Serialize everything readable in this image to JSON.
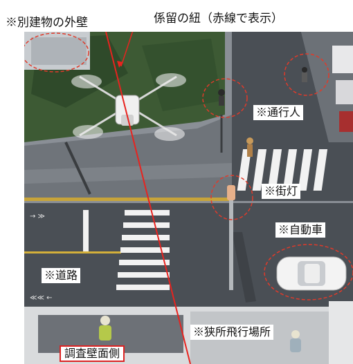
{
  "annotations": {
    "other_building_wall": "※別建物の外壁",
    "tether_cord": "係留の紐（赤線で表示）",
    "pedestrian": "※通行人",
    "street_light": "※街灯",
    "car": "※自動車",
    "road": "※道路",
    "narrow_flight_area": "※狭所飛行場所",
    "inspection_wall_side": "調査壁面側"
  },
  "colors": {
    "tether": "#e8231f",
    "dashed_circle": "#e03a2a",
    "road_asphalt": "#4a4f55",
    "grass": "#3d5a34"
  },
  "icons": {
    "drone": "quadcopter-drone-icon",
    "car": "white-car-icon",
    "pedestrian": "pedestrian-icon",
    "street_light": "street-light-icon",
    "arrow": "pointer-arrow-icon"
  }
}
